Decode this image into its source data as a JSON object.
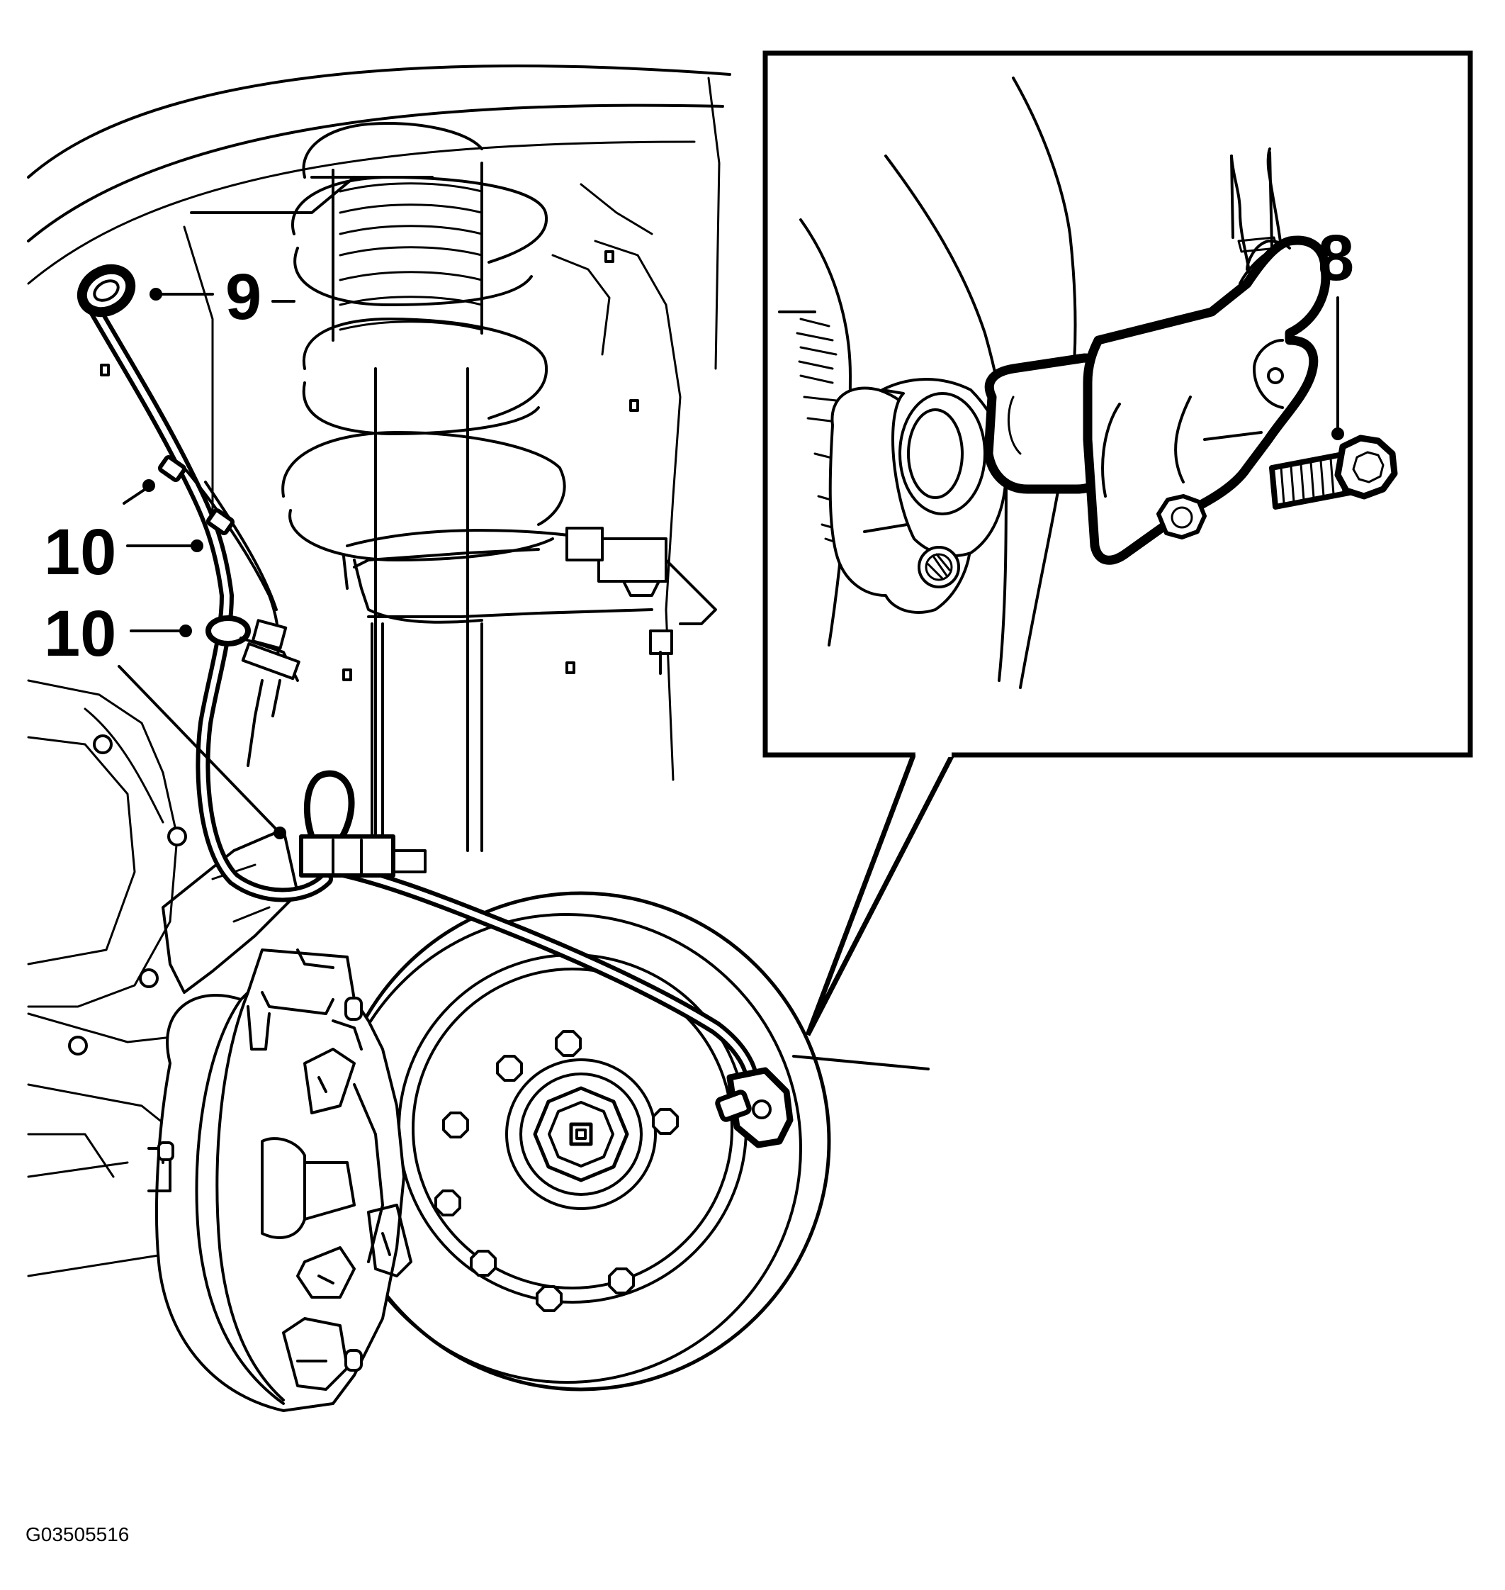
{
  "figure": {
    "callouts": {
      "c8": "8",
      "c9": "9",
      "c10a": "10",
      "c10b": "10"
    },
    "figure_id": "G03505516"
  }
}
